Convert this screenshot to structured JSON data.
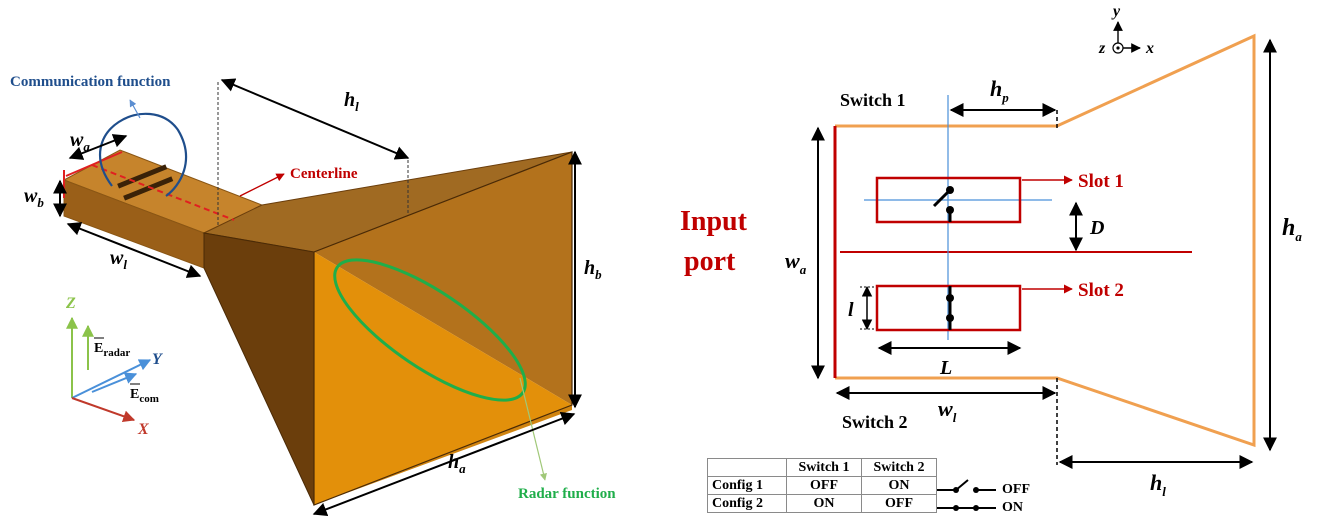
{
  "left": {
    "communication_function": "Communication function",
    "centerline": "Centerline",
    "radar_function": "Radar function",
    "dim_wa": {
      "base": "w",
      "sub": "a"
    },
    "dim_wb": {
      "base": "w",
      "sub": "b"
    },
    "dim_wl": {
      "base": "w",
      "sub": "l"
    },
    "dim_hl": {
      "base": "h",
      "sub": "l"
    },
    "dim_hb": {
      "base": "h",
      "sub": "b"
    },
    "dim_ha": {
      "base": "h",
      "sub": "a"
    },
    "axis_z": "Z",
    "axis_y": "Y",
    "axis_x": "X",
    "e_radar": {
      "base": "E",
      "sub": "radar"
    },
    "e_com": {
      "base": "E",
      "sub": "com"
    }
  },
  "right": {
    "axes": {
      "y": "y",
      "z": "z",
      "x": "x"
    },
    "switch1": "Switch 1",
    "switch2": "Switch 2",
    "slot1": "Slot 1",
    "slot2": "Slot 2",
    "input_line1": "Input",
    "input_line2": "port",
    "dim_hp": {
      "base": "h",
      "sub": "p"
    },
    "dim_D": "D",
    "dim_wa": {
      "base": "w",
      "sub": "a"
    },
    "dim_ha": {
      "base": "h",
      "sub": "a"
    },
    "dim_l": "l",
    "dim_L": "L",
    "dim_wl": {
      "base": "w",
      "sub": "l"
    },
    "dim_hl": {
      "base": "h",
      "sub": "l"
    }
  },
  "table": {
    "header": [
      "",
      "Switch 1",
      "Switch 2"
    ],
    "rows": [
      {
        "config": "Config 1",
        "s1": "OFF",
        "s2": "ON"
      },
      {
        "config": "Config 2",
        "s1": "ON",
        "s2": "OFF"
      }
    ],
    "legend_off": "OFF",
    "legend_on": "ON"
  },
  "colors": {
    "horn_light": "#e3900a",
    "horn_mid": "#b3721c",
    "horn_dark": "#6b3e0c",
    "horn_top": "#a06a22",
    "guide_top": "#c6842c",
    "guide_front": "#9a5f18",
    "blue_label": "#1f4e8c",
    "red": "#c00000",
    "green": "#1fae4a",
    "orange_outline": "#f0a050",
    "axis_blue": "#4a90d9",
    "z_green": "#8bc34a",
    "x_red": "#c0392b"
  }
}
